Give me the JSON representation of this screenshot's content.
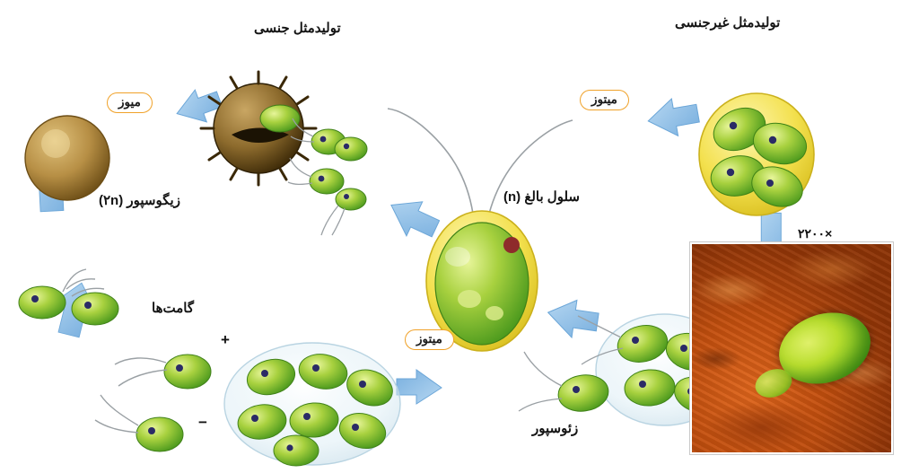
{
  "diagram": {
    "title_sexual": "تولیدمثل جنسی",
    "title_asexual": "تولیدمثل غیرجنسی",
    "labels": {
      "zygospore": "زیگوسپور (۲n)",
      "adult_cell": "سلول بالغ (n)",
      "gametes": "گامت‌ها",
      "zoospore": "زئوسپور",
      "plus_sign": "+",
      "minus_sign": "−",
      "magnification": "×۲۲۰۰"
    },
    "process_pills": {
      "meiosis": "میوز",
      "mitosis_top": "میتوز",
      "mitosis_bottom": "میتوز"
    },
    "colors": {
      "arrow_blue": "#8fc0e8",
      "arrow_blue_dark": "#6ba6d8",
      "pill_border": "#f0a22a",
      "cell_green": "#8cc63f",
      "cell_yellow": "#f2e14c",
      "spore_brown": "#b08a3e",
      "text": "#141414",
      "micrograph_orange": "#c4500f"
    }
  }
}
